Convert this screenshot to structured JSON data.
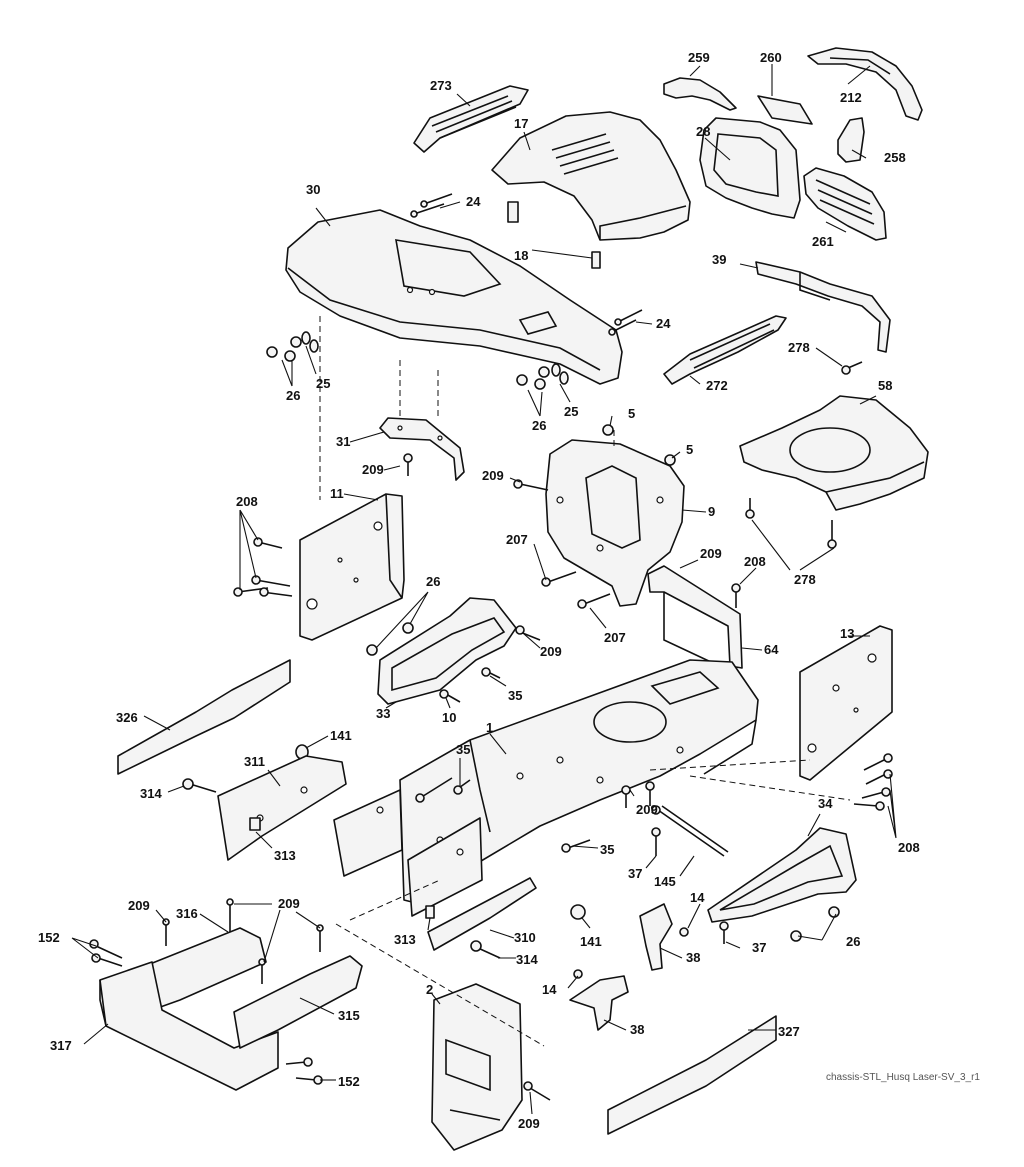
{
  "diagram": {
    "caption": "chassis-STL_Husq Laser-SV_3_r1",
    "callouts": [
      {
        "id": "c273",
        "text": "273"
      },
      {
        "id": "c259",
        "text": "259"
      },
      {
        "id": "c260",
        "text": "260"
      },
      {
        "id": "c212",
        "text": "212"
      },
      {
        "id": "c17",
        "text": "17"
      },
      {
        "id": "c28",
        "text": "28"
      },
      {
        "id": "c258",
        "text": "258"
      },
      {
        "id": "c30",
        "text": "30"
      },
      {
        "id": "c24a",
        "text": "24"
      },
      {
        "id": "c261",
        "text": "261"
      },
      {
        "id": "c18",
        "text": "18"
      },
      {
        "id": "c39",
        "text": "39"
      },
      {
        "id": "c24b",
        "text": "24"
      },
      {
        "id": "c278a",
        "text": "278"
      },
      {
        "id": "c25a",
        "text": "25"
      },
      {
        "id": "c26a",
        "text": "26"
      },
      {
        "id": "c272",
        "text": "272"
      },
      {
        "id": "c25b",
        "text": "25"
      },
      {
        "id": "c58",
        "text": "58"
      },
      {
        "id": "c26b",
        "text": "26"
      },
      {
        "id": "c5a",
        "text": "5"
      },
      {
        "id": "c31",
        "text": "31"
      },
      {
        "id": "c5b",
        "text": "5"
      },
      {
        "id": "c209a",
        "text": "209"
      },
      {
        "id": "c209b",
        "text": "209"
      },
      {
        "id": "c208a",
        "text": "208"
      },
      {
        "id": "c11",
        "text": "11"
      },
      {
        "id": "c9",
        "text": "9"
      },
      {
        "id": "c207a",
        "text": "207"
      },
      {
        "id": "c209c",
        "text": "209"
      },
      {
        "id": "c208b",
        "text": "208"
      },
      {
        "id": "c278b",
        "text": "278"
      },
      {
        "id": "c26c",
        "text": "26"
      },
      {
        "id": "c207b",
        "text": "207"
      },
      {
        "id": "c209d",
        "text": "209"
      },
      {
        "id": "c13",
        "text": "13"
      },
      {
        "id": "c64",
        "text": "64"
      },
      {
        "id": "c35a",
        "text": "35"
      },
      {
        "id": "c33",
        "text": "33"
      },
      {
        "id": "c10",
        "text": "10"
      },
      {
        "id": "c326",
        "text": "326"
      },
      {
        "id": "c1",
        "text": "1"
      },
      {
        "id": "c141a",
        "text": "141"
      },
      {
        "id": "c35b",
        "text": "35"
      },
      {
        "id": "c311",
        "text": "311"
      },
      {
        "id": "c314a",
        "text": "314"
      },
      {
        "id": "c209e",
        "text": "209"
      },
      {
        "id": "c313a",
        "text": "313"
      },
      {
        "id": "c35c",
        "text": "35"
      },
      {
        "id": "c34",
        "text": "34"
      },
      {
        "id": "c208c",
        "text": "208"
      },
      {
        "id": "c37a",
        "text": "37"
      },
      {
        "id": "c145",
        "text": "145"
      },
      {
        "id": "c14a",
        "text": "14"
      },
      {
        "id": "c209f",
        "text": "209"
      },
      {
        "id": "c316",
        "text": "316"
      },
      {
        "id": "c209g",
        "text": "209"
      },
      {
        "id": "c152a",
        "text": "152"
      },
      {
        "id": "c313b",
        "text": "313"
      },
      {
        "id": "c310",
        "text": "310"
      },
      {
        "id": "c141b",
        "text": "141"
      },
      {
        "id": "c26d",
        "text": "26"
      },
      {
        "id": "c37b",
        "text": "37"
      },
      {
        "id": "c314b",
        "text": "314"
      },
      {
        "id": "c38a",
        "text": "38"
      },
      {
        "id": "c14b",
        "text": "14"
      },
      {
        "id": "c2",
        "text": "2"
      },
      {
        "id": "c315",
        "text": "315"
      },
      {
        "id": "c317",
        "text": "317"
      },
      {
        "id": "c327",
        "text": "327"
      },
      {
        "id": "c38b",
        "text": "38"
      },
      {
        "id": "c152b",
        "text": "152"
      },
      {
        "id": "c209h",
        "text": "209"
      }
    ]
  }
}
